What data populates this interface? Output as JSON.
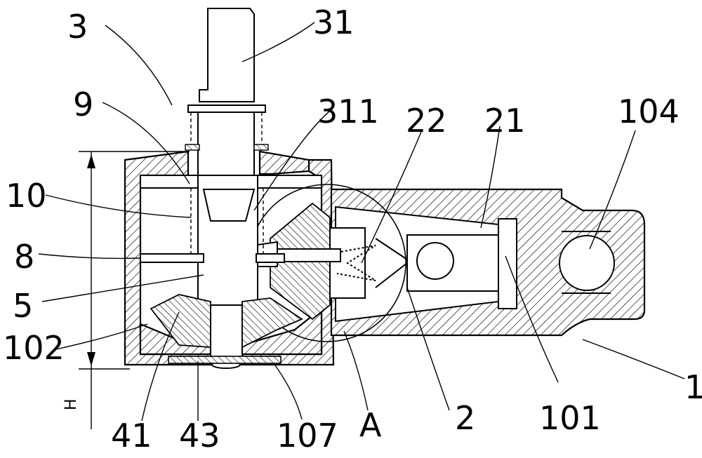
{
  "labels": {
    "l3": "3",
    "l31": "31",
    "l9": "9",
    "l311": "311",
    "l22": "22",
    "l21": "21",
    "l104": "104",
    "l10": "10",
    "l8": "8",
    "l5": "5",
    "l102": "102",
    "l1": "1",
    "l41": "41",
    "l43": "43",
    "l107": "107",
    "lA": "A",
    "l2": "2",
    "l101": "101",
    "lH": "H"
  }
}
